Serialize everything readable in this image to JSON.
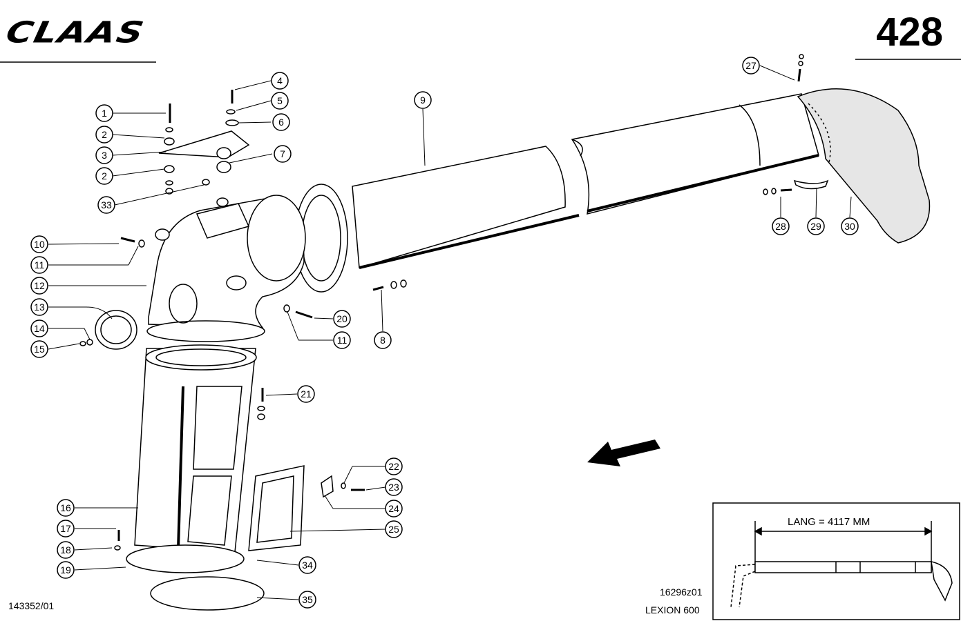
{
  "brand": "CLAAS",
  "page_number": "428",
  "footer": {
    "document_number": "143352/01",
    "drawing_number": "16296z01",
    "model": "LEXION 600"
  },
  "inset": {
    "length_label": "LANG = 4117 MM"
  },
  "callouts": [
    "1",
    "2",
    "3",
    "2",
    "33",
    "4",
    "5",
    "6",
    "7",
    "9",
    "10",
    "11",
    "12",
    "13",
    "14",
    "15",
    "20",
    "11",
    "8",
    "21",
    "22",
    "23",
    "24",
    "25",
    "16",
    "17",
    "18",
    "19",
    "34",
    "35",
    "27",
    "28",
    "29",
    "30"
  ]
}
